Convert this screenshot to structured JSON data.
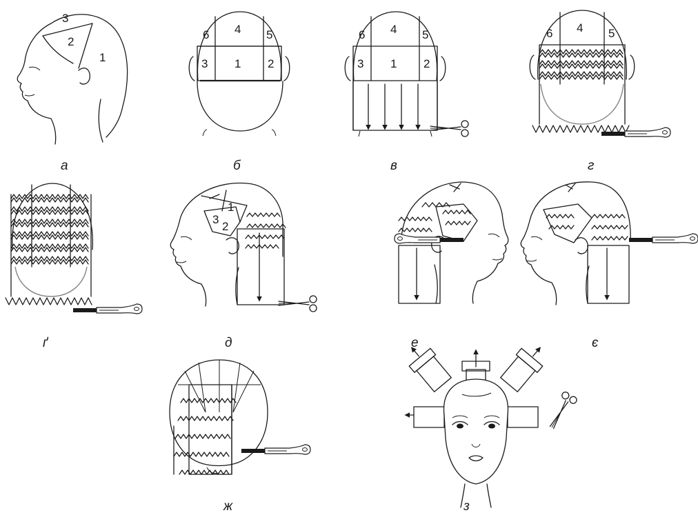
{
  "captions": [
    "а",
    "б",
    "в",
    "г",
    "ґ",
    "д",
    "е",
    "є",
    "ж",
    "з"
  ],
  "zones": {
    "a": [
      "3",
      "2",
      "1"
    ],
    "b": [
      "6",
      "4",
      "5",
      "3",
      "1",
      "2"
    ],
    "v": [
      "6",
      "4",
      "5",
      "3",
      "1",
      "2"
    ],
    "g": [
      "6",
      "4",
      "5"
    ],
    "d": [
      "3",
      "1",
      "2"
    ]
  },
  "colors": {
    "line": "#1a1a1a",
    "guide": "#8a8a8a",
    "background": "#ffffff"
  },
  "icons": [
    "scissors-icon",
    "razor-icon",
    "arrow-icon"
  ]
}
